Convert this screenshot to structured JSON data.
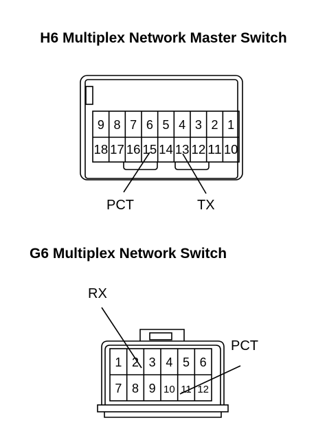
{
  "connectors": [
    {
      "title": "H6 Multiplex Network Master Switch",
      "top_row_pins": [
        "9",
        "8",
        "7",
        "6",
        "5",
        "4",
        "3",
        "2",
        "1"
      ],
      "bottom_row_pins": [
        "18",
        "17",
        "16",
        "15",
        "14",
        "13",
        "12",
        "11",
        "10"
      ],
      "callouts": [
        {
          "label": "PCT",
          "pin": "15"
        },
        {
          "label": "TX",
          "pin": "13"
        }
      ]
    },
    {
      "title": "G6 Multiplex Network Switch",
      "top_row_pins": [
        "1",
        "2",
        "3",
        "4",
        "5",
        "6"
      ],
      "bottom_row_pins": [
        "7",
        "8",
        "9",
        "10",
        "11",
        "12"
      ],
      "callouts": [
        {
          "label": "RX",
          "pin": "2"
        },
        {
          "label": "PCT",
          "pin": "11"
        }
      ]
    }
  ]
}
